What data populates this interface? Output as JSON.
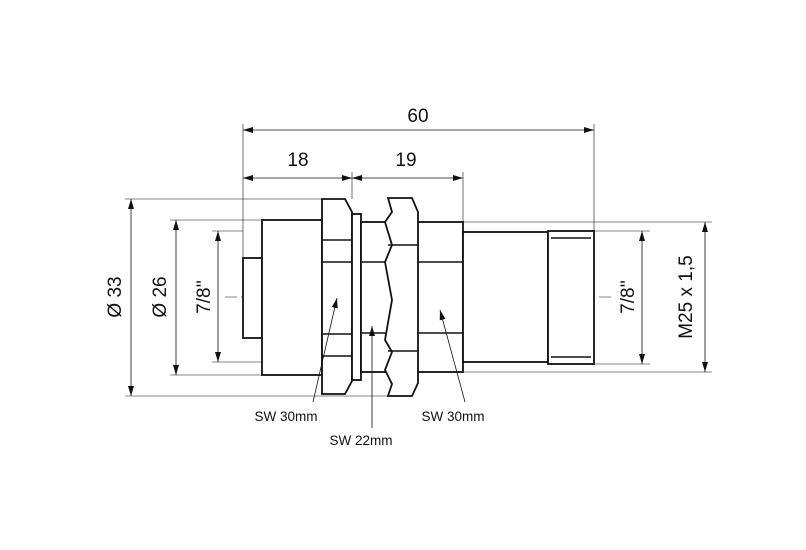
{
  "dimensions": {
    "overall_length": "60",
    "length_a": "18",
    "length_b": "19",
    "dia_outer": "Ø 33",
    "dia_inner": "Ø 26",
    "thread_left": "7/8''",
    "thread_right": "7/8''",
    "thread_metric": "M25 x 1,5"
  },
  "callouts": {
    "wrench_left": "SW 30mm",
    "wrench_middle": "SW 22mm",
    "wrench_right": "SW 30mm"
  }
}
